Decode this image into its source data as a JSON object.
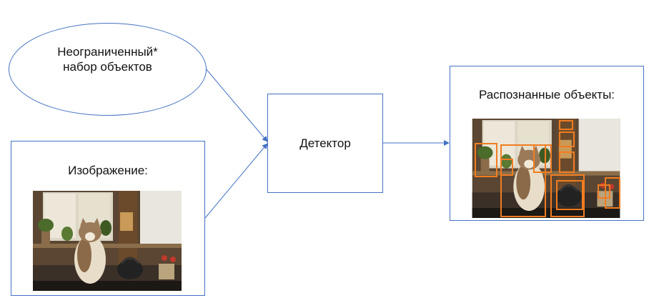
{
  "input_objects": {
    "line1": "Неограниченный*",
    "line2": "набор объектов"
  },
  "input_image": {
    "label": "Изображение:"
  },
  "detector": {
    "label": "Детектор"
  },
  "output": {
    "label": "Распознанные объекты:"
  },
  "colors": {
    "border": "#4472c4",
    "detection_box": "#f07d22"
  },
  "icons": {
    "photo": "cat-kitchen-photo"
  }
}
